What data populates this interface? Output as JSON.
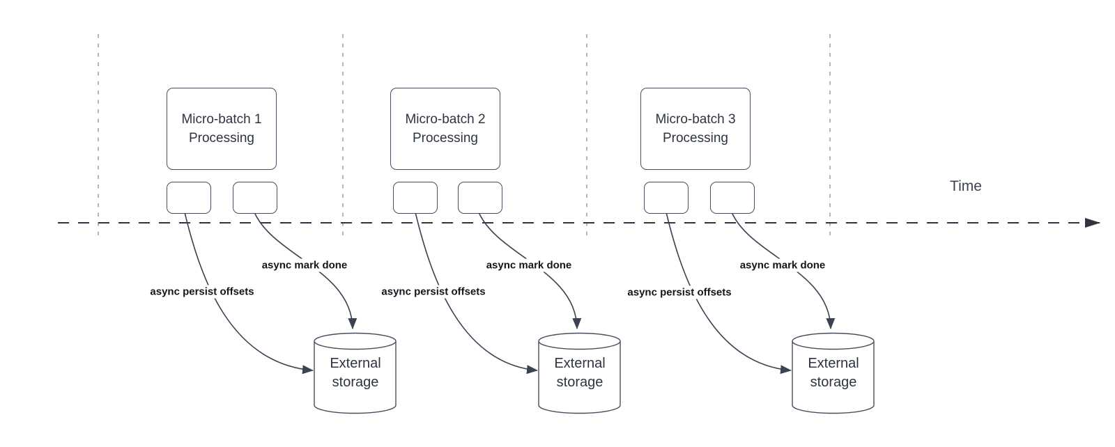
{
  "timeline": {
    "label": "Time"
  },
  "colors": {
    "line_dark": "#3b4252",
    "timeline_stroke": "#2e3440",
    "guide_gray": "#9e9ea3",
    "node_border": "#474d5c",
    "text_dark": "#2e3440",
    "label_text": "#14141c"
  },
  "icons": {
    "timeline_arrowhead": "right-arrowhead",
    "flow_arrowhead": "arrowhead"
  },
  "sections": [
    {
      "title_line1": "Micro-batch 1",
      "title_line2": "Processing",
      "persist_label": "async persist offsets",
      "markdone_label": "async mark done",
      "storage_line1": "External",
      "storage_line2": "storage"
    },
    {
      "title_line1": "Micro-batch 2",
      "title_line2": "Processing",
      "persist_label": "async persist offsets",
      "markdone_label": "async mark done",
      "storage_line1": "External",
      "storage_line2": "storage"
    },
    {
      "title_line1": "Micro-batch 3",
      "title_line2": "Processing",
      "persist_label": "async persist offsets",
      "markdone_label": "async mark done",
      "storage_line1": "External",
      "storage_line2": "storage"
    }
  ]
}
